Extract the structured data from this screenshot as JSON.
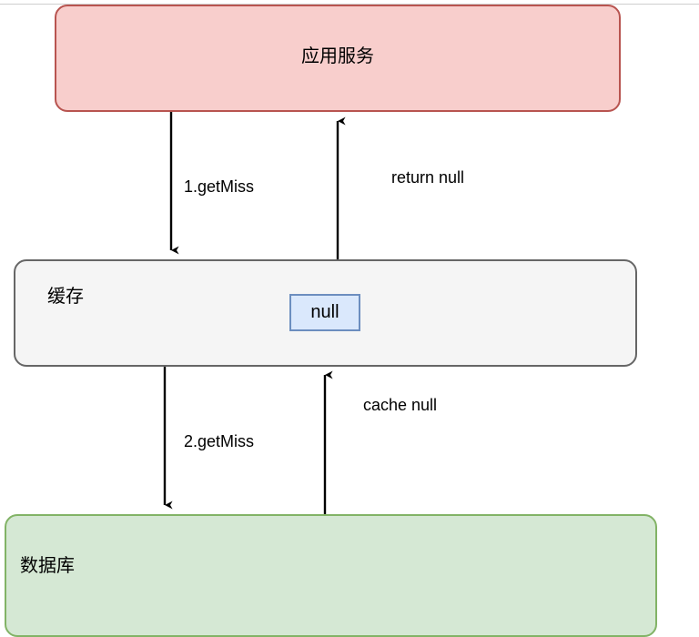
{
  "diagram": {
    "title_visible": false,
    "background_color": "#ffffff",
    "top_rule_color": "#cfcfcf",
    "nodes": [
      {
        "id": "app-service",
        "label": "应用服务",
        "fill": "#f8cecc",
        "stroke": "#b85450",
        "shape": "rounded-rect"
      },
      {
        "id": "cache",
        "label": "缓存",
        "fill": "#f5f5f5",
        "stroke": "#666666",
        "shape": "rounded-rect"
      },
      {
        "id": "null-value",
        "label": "null",
        "fill": "#dae8fc",
        "stroke": "#6c8ebf",
        "shape": "rect"
      },
      {
        "id": "database",
        "label": "数据库",
        "fill": "#d5e8d4",
        "stroke": "#82b366",
        "shape": "rounded-rect"
      }
    ],
    "edges": [
      {
        "id": "app-to-cache",
        "label": "1.getMiss",
        "from": "app-service",
        "to": "cache",
        "direction": "down",
        "color": "#000000"
      },
      {
        "id": "cache-to-app",
        "label": "return null",
        "from": "cache",
        "to": "app-service",
        "direction": "up",
        "color": "#000000"
      },
      {
        "id": "cache-to-db",
        "label": "2.getMiss",
        "from": "cache",
        "to": "database",
        "direction": "down",
        "color": "#000000"
      },
      {
        "id": "db-to-cache",
        "label": "cache null",
        "from": "database",
        "to": "cache",
        "direction": "up",
        "color": "#000000"
      }
    ]
  }
}
